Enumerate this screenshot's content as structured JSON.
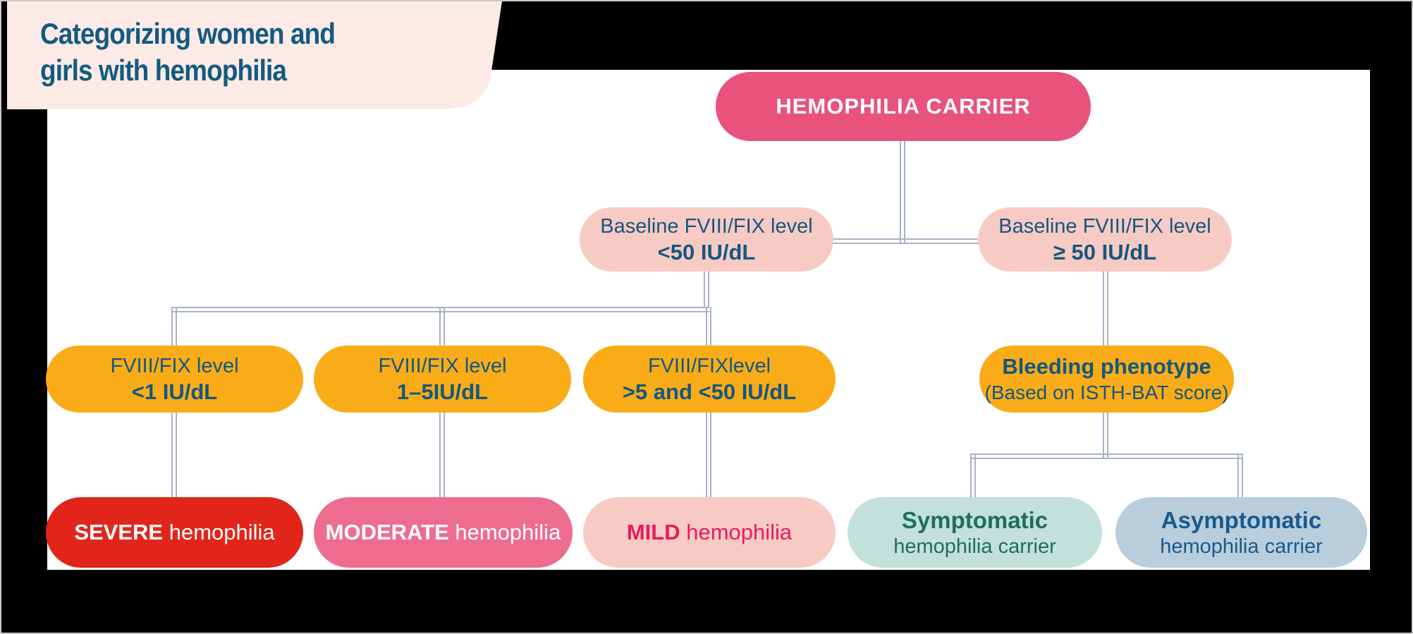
{
  "header": {
    "title_line1": "Categorizing women and",
    "title_line2": "girls with hemophilia"
  },
  "nodes": {
    "carrier": {
      "label": "HEMOPHILIA CARRIER"
    },
    "baseline_low": {
      "line1": "Baseline FVIII/FIX level",
      "line2": "<50 IU/dL"
    },
    "baseline_high": {
      "line1": "Baseline FVIII/FIX level",
      "line2": "≥ 50 IU/dL"
    },
    "level_lt1": {
      "line1": "FVIII/FIX level",
      "line2": "<1 IU/dL"
    },
    "level_1to5": {
      "line1": "FVIII/FIX level",
      "line2": "1–5IU/dL"
    },
    "level_5to50": {
      "line1": "FVIII/FIXlevel",
      "line2": ">5 and <50 IU/dL"
    },
    "bleeding_phenotype": {
      "line1": "Bleeding phenotype",
      "line2": "(Based on ISTH-BAT score)"
    },
    "severe": {
      "emphasis": "SEVERE",
      "rest": " hemophilia"
    },
    "moderate": {
      "emphasis": "MODERATE",
      "rest": " hemophilia"
    },
    "mild": {
      "emphasis": "MILD",
      "rest": " hemophilia"
    },
    "symptomatic": {
      "line1": "Symptomatic",
      "line2": "hemophilia carrier"
    },
    "asymptomatic": {
      "line1": "Asymptomatic",
      "line2": "hemophilia carrier"
    }
  },
  "palette": {
    "frame_bg": "#000000",
    "card_bg": "#ffffff",
    "tab_bg": "#fceae6",
    "title_text": "#135a80",
    "carrier_bg": "#e8527c",
    "carrier_text": "#ffffff",
    "soft_pink_bg": "#f8cac4",
    "node_text_blue": "#14577f",
    "yellow_bg": "#f9ac18",
    "severe_bg": "#e1251b",
    "moderate_bg": "#ed6c8f",
    "mild_text": "#e31c5f",
    "mint_bg": "#c3e1da",
    "mint_text": "#1f6e60",
    "steel_bg": "#b9cedc",
    "steel_text": "#19598c",
    "connector": "#a9b2c7"
  }
}
